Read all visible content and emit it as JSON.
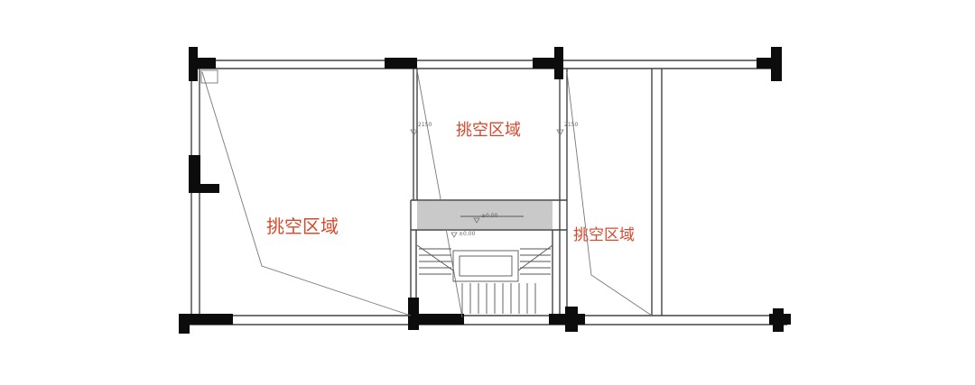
{
  "plan": {
    "areas": [
      {
        "label": "挑空区域"
      },
      {
        "label": "挑空区域"
      },
      {
        "label": "挑空区域"
      }
    ],
    "elevation_marks": [
      {
        "text": "2150"
      },
      {
        "text": "2150"
      },
      {
        "text": "±0.00"
      },
      {
        "text": "±0.00"
      }
    ],
    "colors": {
      "walls": "#444444",
      "columns": "#0c0c0c",
      "stair_landing": "#c9c9c9",
      "area_label": "#d9482b"
    },
    "icons": [
      "void-diagonal-line",
      "elevation-marker-triangle",
      "stair-steps"
    ]
  }
}
